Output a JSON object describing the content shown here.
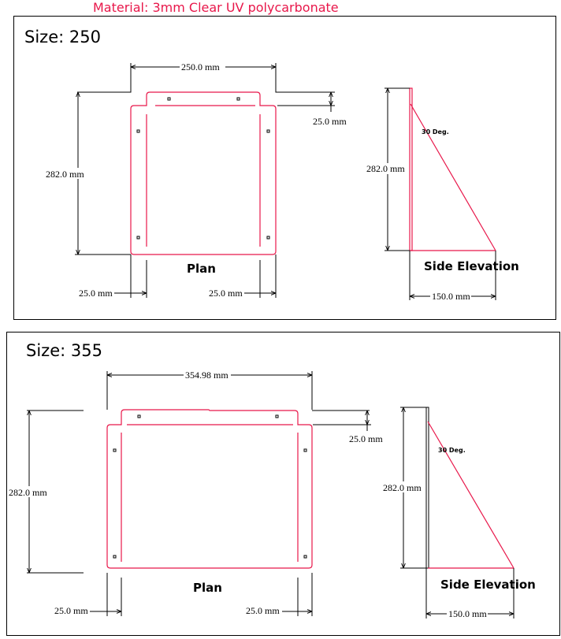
{
  "header": {
    "material": "Material: 3mm Clear UV polycarbonate"
  },
  "drawings": [
    {
      "size_label": "Size: 250",
      "width_dim": "250.0 mm",
      "height_dim": "282.0 mm",
      "tab_dim": "25.0 mm",
      "left_flange_dim": "25.0 mm",
      "right_flange_dim": "25.0 mm",
      "plan_label": "Plan",
      "side_height_dim": "282.0 mm",
      "angle_label": "30 Deg.",
      "side_label": "Side Elevation",
      "depth_dim": "150.0 mm"
    },
    {
      "size_label": "Size: 355",
      "width_dim": "354.98 mm",
      "height_dim": "282.0 mm",
      "tab_dim": "25.0 mm",
      "left_flange_dim": "25.0 mm",
      "right_flange_dim": "25.0 mm",
      "plan_label": "Plan",
      "side_height_dim": "282.0 mm",
      "angle_label": "30 Deg.",
      "side_label": "Side Elevation",
      "depth_dim": "150.0 mm"
    }
  ],
  "colors": {
    "cut_line": "#e8174a",
    "dimension": "#000000"
  }
}
